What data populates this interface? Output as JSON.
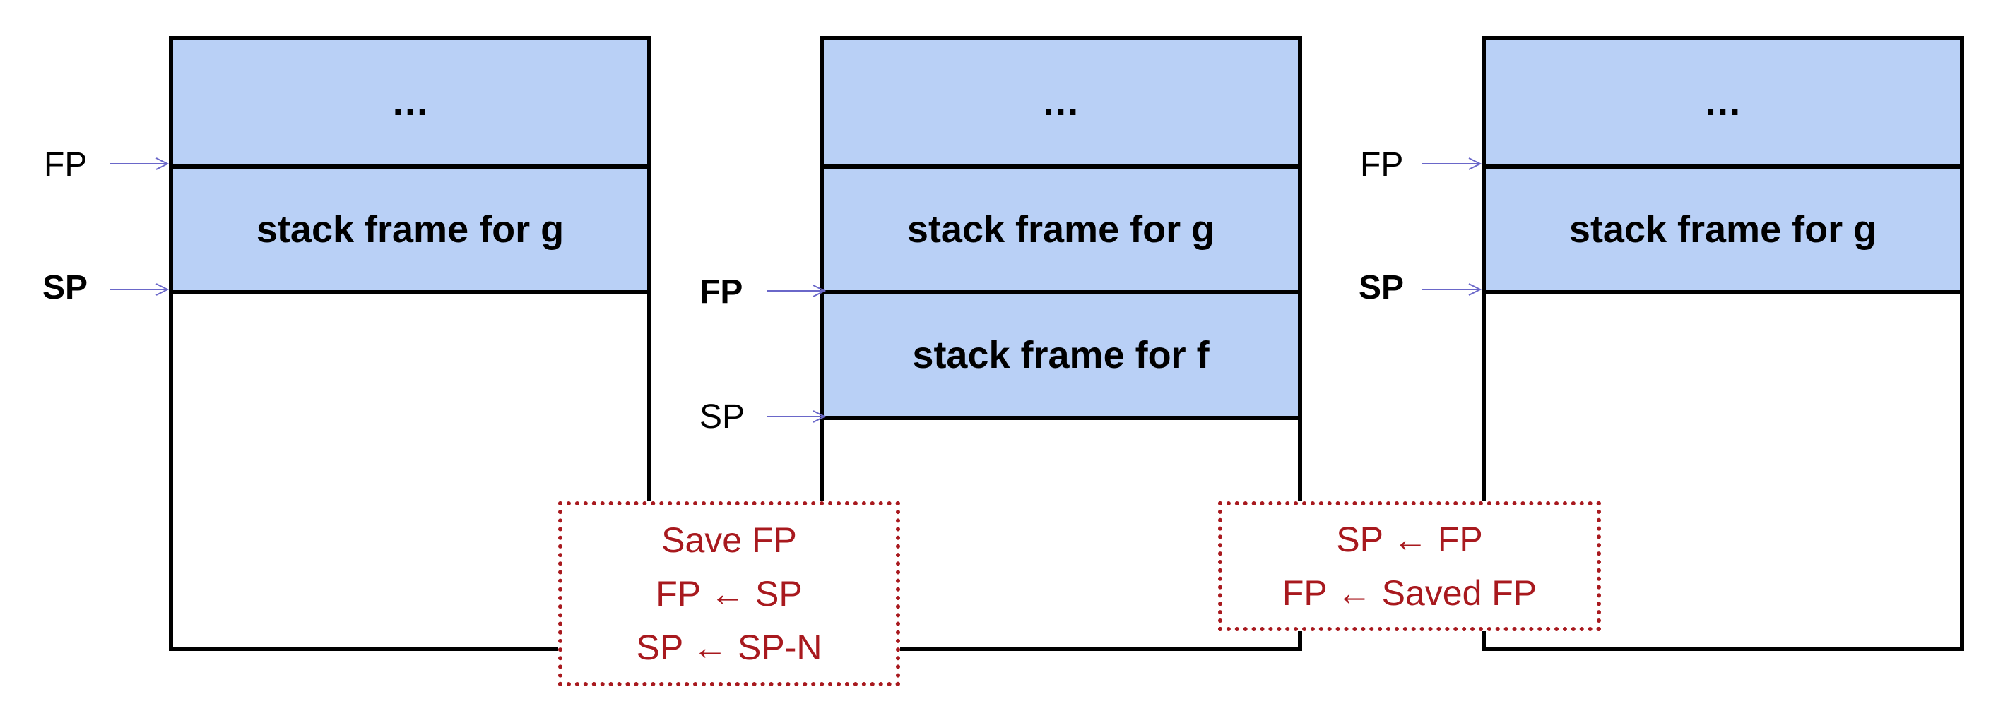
{
  "colors": {
    "frame_fill": "#b9d0f6",
    "note_color": "#a8191e",
    "arrow_color": "#6a67c9"
  },
  "stacks": [
    {
      "cells": [
        "…",
        "stack frame for g"
      ],
      "pointers": [
        {
          "label": "FP",
          "bold": false
        },
        {
          "label": "SP",
          "bold": true
        }
      ]
    },
    {
      "cells": [
        "…",
        "stack frame for g",
        "stack frame for f"
      ],
      "pointers": [
        {
          "label": "FP",
          "bold": true
        },
        {
          "label": "SP",
          "bold": false
        }
      ]
    },
    {
      "cells": [
        "…",
        "stack frame for g"
      ],
      "pointers": [
        {
          "label": "FP",
          "bold": false
        },
        {
          "label": "SP",
          "bold": true
        }
      ]
    }
  ],
  "notes": [
    {
      "lines": [
        "Save FP",
        "FP ← SP",
        "SP ← SP-N"
      ]
    },
    {
      "lines": [
        "SP ← FP",
        "FP ← Saved FP"
      ]
    }
  ]
}
